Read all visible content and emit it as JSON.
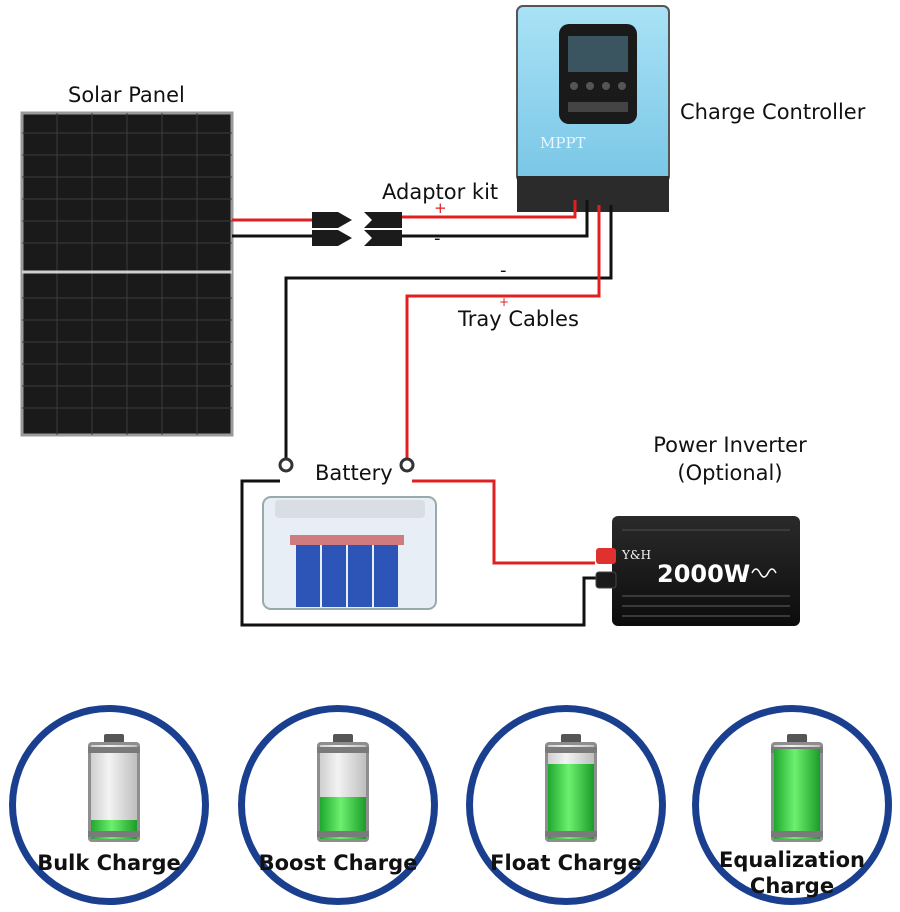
{
  "labels": {
    "solar_panel": "Solar Panel",
    "charge_controller": "Charge Controller",
    "adaptor_kit": "Adaptor kit",
    "tray_cables": "Tray Cables",
    "battery": "Battery",
    "power_inverter_line1": "Power Inverter",
    "power_inverter_line2": "(Optional)"
  },
  "polarity": {
    "plus": "+",
    "minus": "-"
  },
  "controller": {
    "brand_text": "MPPT"
  },
  "inverter": {
    "brand": "Y&H",
    "rating": "2000W"
  },
  "charge_stages": [
    {
      "label_line1": "Bulk Charge",
      "label_line2": "",
      "fill_fraction": 0.2
    },
    {
      "label_line1": "Boost Charge",
      "label_line2": "",
      "fill_fraction": 0.45
    },
    {
      "label_line1": "Float Charge",
      "label_line2": "",
      "fill_fraction": 0.8
    },
    {
      "label_line1": "Equalization",
      "label_line2": "Charge",
      "fill_fraction": 0.96
    }
  ],
  "colors": {
    "positive_wire": "#e02020",
    "negative_wire": "#111111",
    "badge_ring": "#1b3f8f",
    "controller_body": "#8fd3ee",
    "battery_green": "#2fc83a"
  }
}
